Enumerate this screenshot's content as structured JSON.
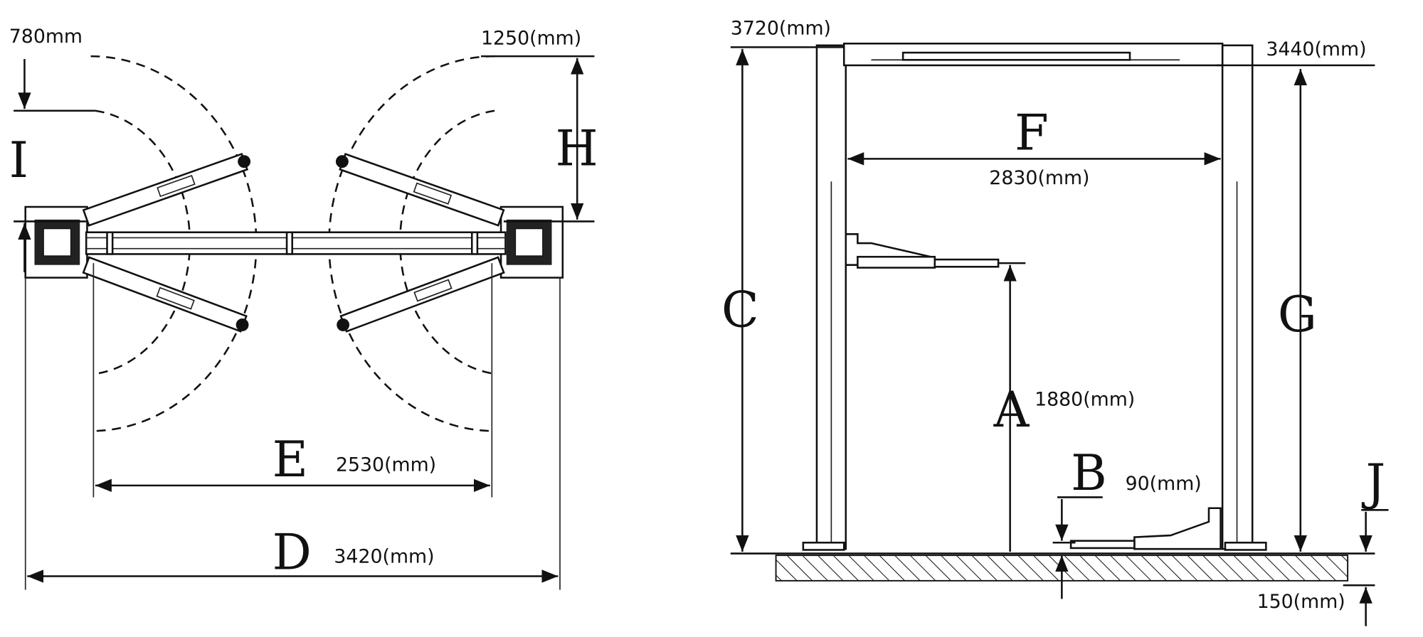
{
  "top_view": {
    "labels": {
      "I": "I",
      "H": "H",
      "E": "E",
      "D": "D"
    },
    "dims": {
      "i": "780mm",
      "h": "1250(mm)",
      "e": "2530(mm)",
      "d": "3420(mm)"
    }
  },
  "side_view": {
    "labels": {
      "C": "C",
      "F": "F",
      "G": "G",
      "A": "A",
      "B": "B",
      "J": "J"
    },
    "dims": {
      "c": "3720(mm)",
      "g": "3440(mm)",
      "f": "2830(mm)",
      "a": "1880(mm)",
      "b": "90(mm)",
      "j": "150(mm)"
    }
  }
}
